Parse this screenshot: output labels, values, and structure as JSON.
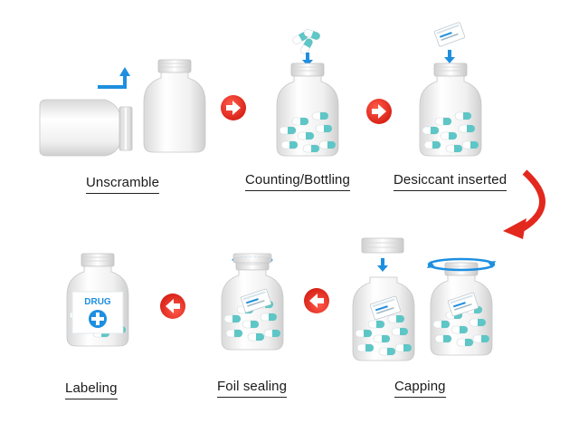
{
  "steps": {
    "unscramble": "Unscramble",
    "counting": "Counting/Bottling",
    "desiccant": "Desiccant inserted",
    "capping": "Capping",
    "foil": "Foil sealing",
    "labeling": "Labeling"
  },
  "label_text": "DRUG",
  "colors": {
    "arrow_red": "#e3281e",
    "accent_blue": "#1e8fe0",
    "capsule_teal": "#5ec6c6",
    "bottle": "#f2f2f2"
  }
}
